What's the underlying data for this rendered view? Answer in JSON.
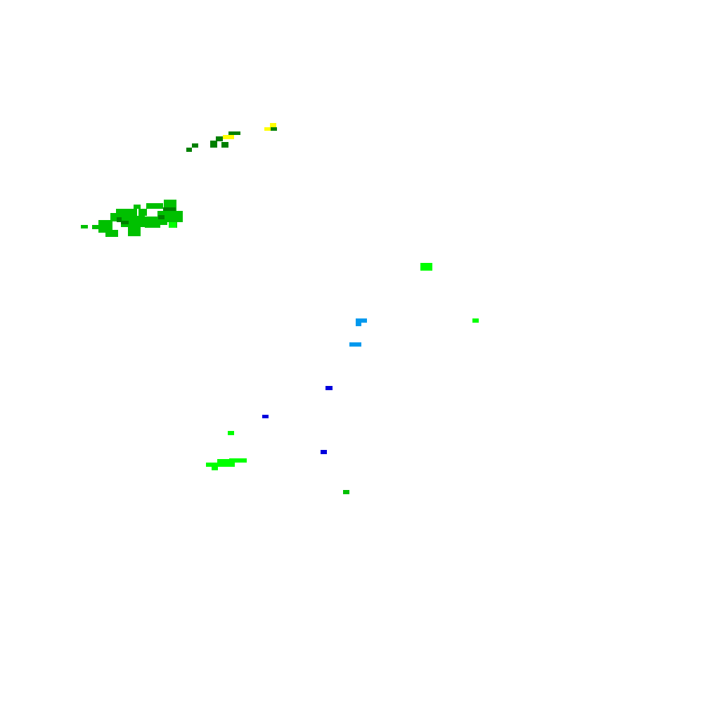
{
  "legend_colors": {
    "light_blue": "#0099ee",
    "blue": "#0000dd",
    "bright_green": "#00ff00",
    "green": "#00c000",
    "dark_green": "#008000",
    "yellow": "#ffff00"
  },
  "echo_clusters": [
    {
      "name": "echo-north-dark-green",
      "color": "dark_green"
    },
    {
      "name": "echo-north-yellow",
      "color": "yellow"
    },
    {
      "name": "echo-west-green",
      "color": "green"
    },
    {
      "name": "echo-west-core",
      "color": "dark_green"
    },
    {
      "name": "echo-east-bright-green",
      "color": "bright_green"
    },
    {
      "name": "echo-central-light-blue",
      "color": "light_blue"
    },
    {
      "name": "echo-central-blue",
      "color": "blue"
    },
    {
      "name": "echo-south-bright-green",
      "color": "bright_green"
    },
    {
      "name": "echo-south-green",
      "color": "green"
    }
  ]
}
